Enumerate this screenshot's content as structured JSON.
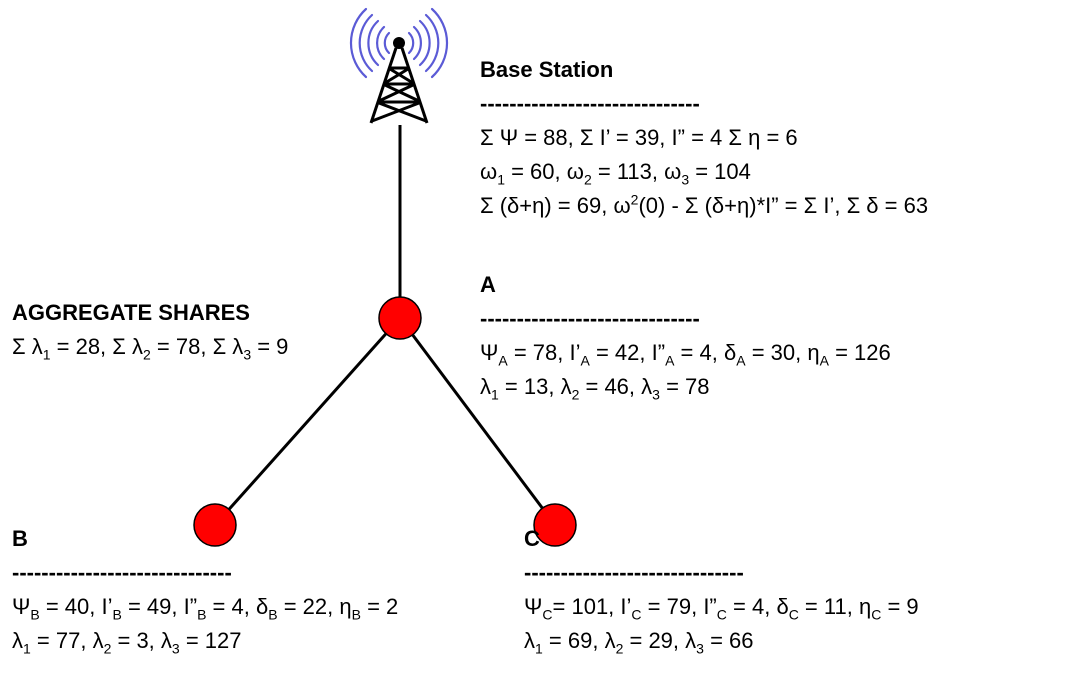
{
  "colors": {
    "node_fill": "#ff0000",
    "line": "#000000",
    "signal": "#5b5bd6",
    "text": "#000000"
  },
  "icons": {
    "tower": "antenna-tower-icon"
  },
  "base_station": {
    "title": "Base Station",
    "divider": "------------------------------",
    "line1": "Σ Ψ = 88, Σ I’ = 39, I” = 4  Σ η = 6",
    "line2": {
      "w1": "ω",
      "w1_sub": "1",
      "w1_val": " = 60, ",
      "w2": "ω",
      "w2_sub": "2",
      "w2_val": " = 113, ",
      "w3": "ω",
      "w3_sub": "3",
      "w3_val": " = 104"
    },
    "line3": {
      "part1": "Σ (δ+η) = 69, ω",
      "sup": "2",
      "part2": "(0) - Σ (δ+η)*I” = Σ I’, Σ δ = 63"
    }
  },
  "aggregate": {
    "title": "AGGREGATE SHARES",
    "p1": "Σ λ",
    "s1": "1",
    "v1": " = 28, ",
    "p2": "Σ λ",
    "s2": "2",
    "v2": " = 78, ",
    "p3": "Σ λ",
    "s3": "3",
    "v3": " = 9"
  },
  "node_a": {
    "title": "A",
    "divider": "------------------------------",
    "l1": {
      "psi": "Ψ",
      "psi_sub": "A",
      "psi_val": " = 78, ",
      "ip": "I’",
      "ip_sub": "A",
      "ip_val": " = 42, ",
      "ipp": "I”",
      "ipp_sub": "A",
      "ipp_val": " = 4, ",
      "d": "δ",
      "d_sub": "A",
      "d_val": " = 30, ",
      "e": "η",
      "e_sub": "A",
      "e_val": " = 126"
    },
    "l2": {
      "a": "λ",
      "a_sub": "1",
      "a_val": " = 13, ",
      "b": "λ",
      "b_sub": "2",
      "b_val": " = 46, ",
      "c": "λ",
      "c_sub": "3",
      "c_val": " = 78"
    }
  },
  "node_b": {
    "title": "B",
    "divider": "------------------------------",
    "l1": {
      "psi": "Ψ",
      "psi_sub": "B",
      "psi_val": " = 40, ",
      "ip": "I’",
      "ip_sub": "B",
      "ip_val": " = 49, ",
      "ipp": "I”",
      "ipp_sub": "B",
      "ipp_val": " = 4, ",
      "d": "δ",
      "d_sub": "B",
      "d_val": " = 22, ",
      "e": "η",
      "e_sub": "B",
      "e_val": " = 2"
    },
    "l2": {
      "a": "λ",
      "a_sub": "1",
      "a_val": " = 77, ",
      "b": "λ",
      "b_sub": "2",
      "b_val": " = 3, ",
      "c": "λ",
      "c_sub": "3",
      "c_val": " = 127"
    }
  },
  "node_c": {
    "title": "C",
    "divider": "------------------------------",
    "l1": {
      "psi": "Ψ",
      "psi_sub": "C",
      "psi_val": "= 101, ",
      "ip": "I’",
      "ip_sub": "C",
      "ip_val": " = 79, ",
      "ipp": "I”",
      "ipp_sub": "C",
      "ipp_val": " = 4, ",
      "d": "δ",
      "d_sub": "C",
      "d_val": " = 11, ",
      "e": "η",
      "e_sub": "C",
      "e_val": " = 9"
    },
    "l2": {
      "a": "λ",
      "a_sub": "1",
      "a_val": " = 69, ",
      "b": "λ",
      "b_sub": "2",
      "b_val": " = 29, ",
      "c": "λ",
      "c_sub": "3",
      "c_val": " = 66"
    }
  }
}
